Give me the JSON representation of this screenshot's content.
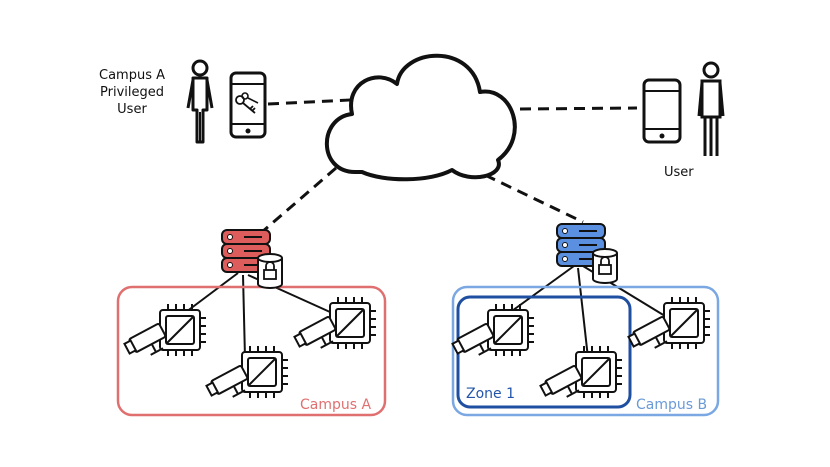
{
  "labels": {
    "privileged_user": "Campus A\nPrivileged\nUser",
    "user": "User",
    "campus_a": "Campus A",
    "zone_1": "Zone 1",
    "campus_b": "Campus B"
  },
  "colors": {
    "campus_a": "#e07070",
    "campus_a_server": "#dd5c5c",
    "campus_b": "#7ba7e2",
    "campus_b_server": "#5b8fe0",
    "zone_1": "#1f4fa0",
    "line": "#111111"
  },
  "icons": [
    "person-icon",
    "phone-key-icon",
    "phone-icon",
    "cloud-icon",
    "server-icon",
    "lock-icon",
    "camera-icon",
    "chip-icon"
  ]
}
